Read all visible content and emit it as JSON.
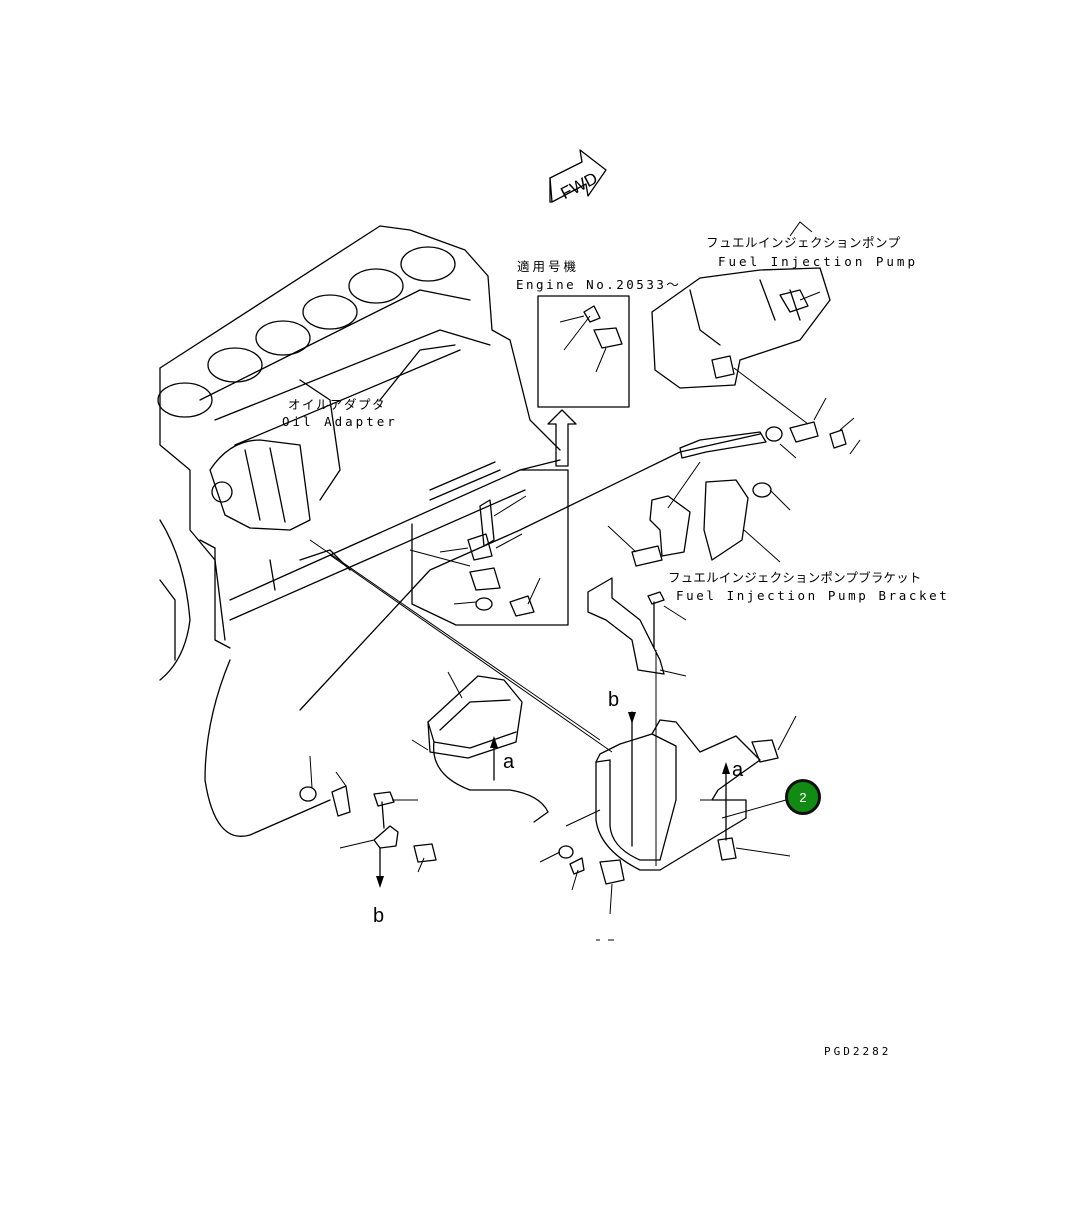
{
  "fwd_arrow": {
    "text": "FWD"
  },
  "labels": {
    "applicable_jp": "適用号機",
    "applicable_en": "Engine No.20533～",
    "pump_jp": "フュエルインジェクションポンプ",
    "pump_en": "Fuel Injection Pump",
    "oil_adapter_jp": "オイルアダプタ",
    "oil_adapter_en": "Oil Adapter",
    "bracket_jp": "フュエルインジェクションポンプブラケット",
    "bracket_en": "Fuel Injection Pump Bracket",
    "ref_a": "a",
    "ref_b": "b"
  },
  "callout": {
    "number": "2",
    "color": "#138a13"
  },
  "drawing_code": "PGD2282"
}
